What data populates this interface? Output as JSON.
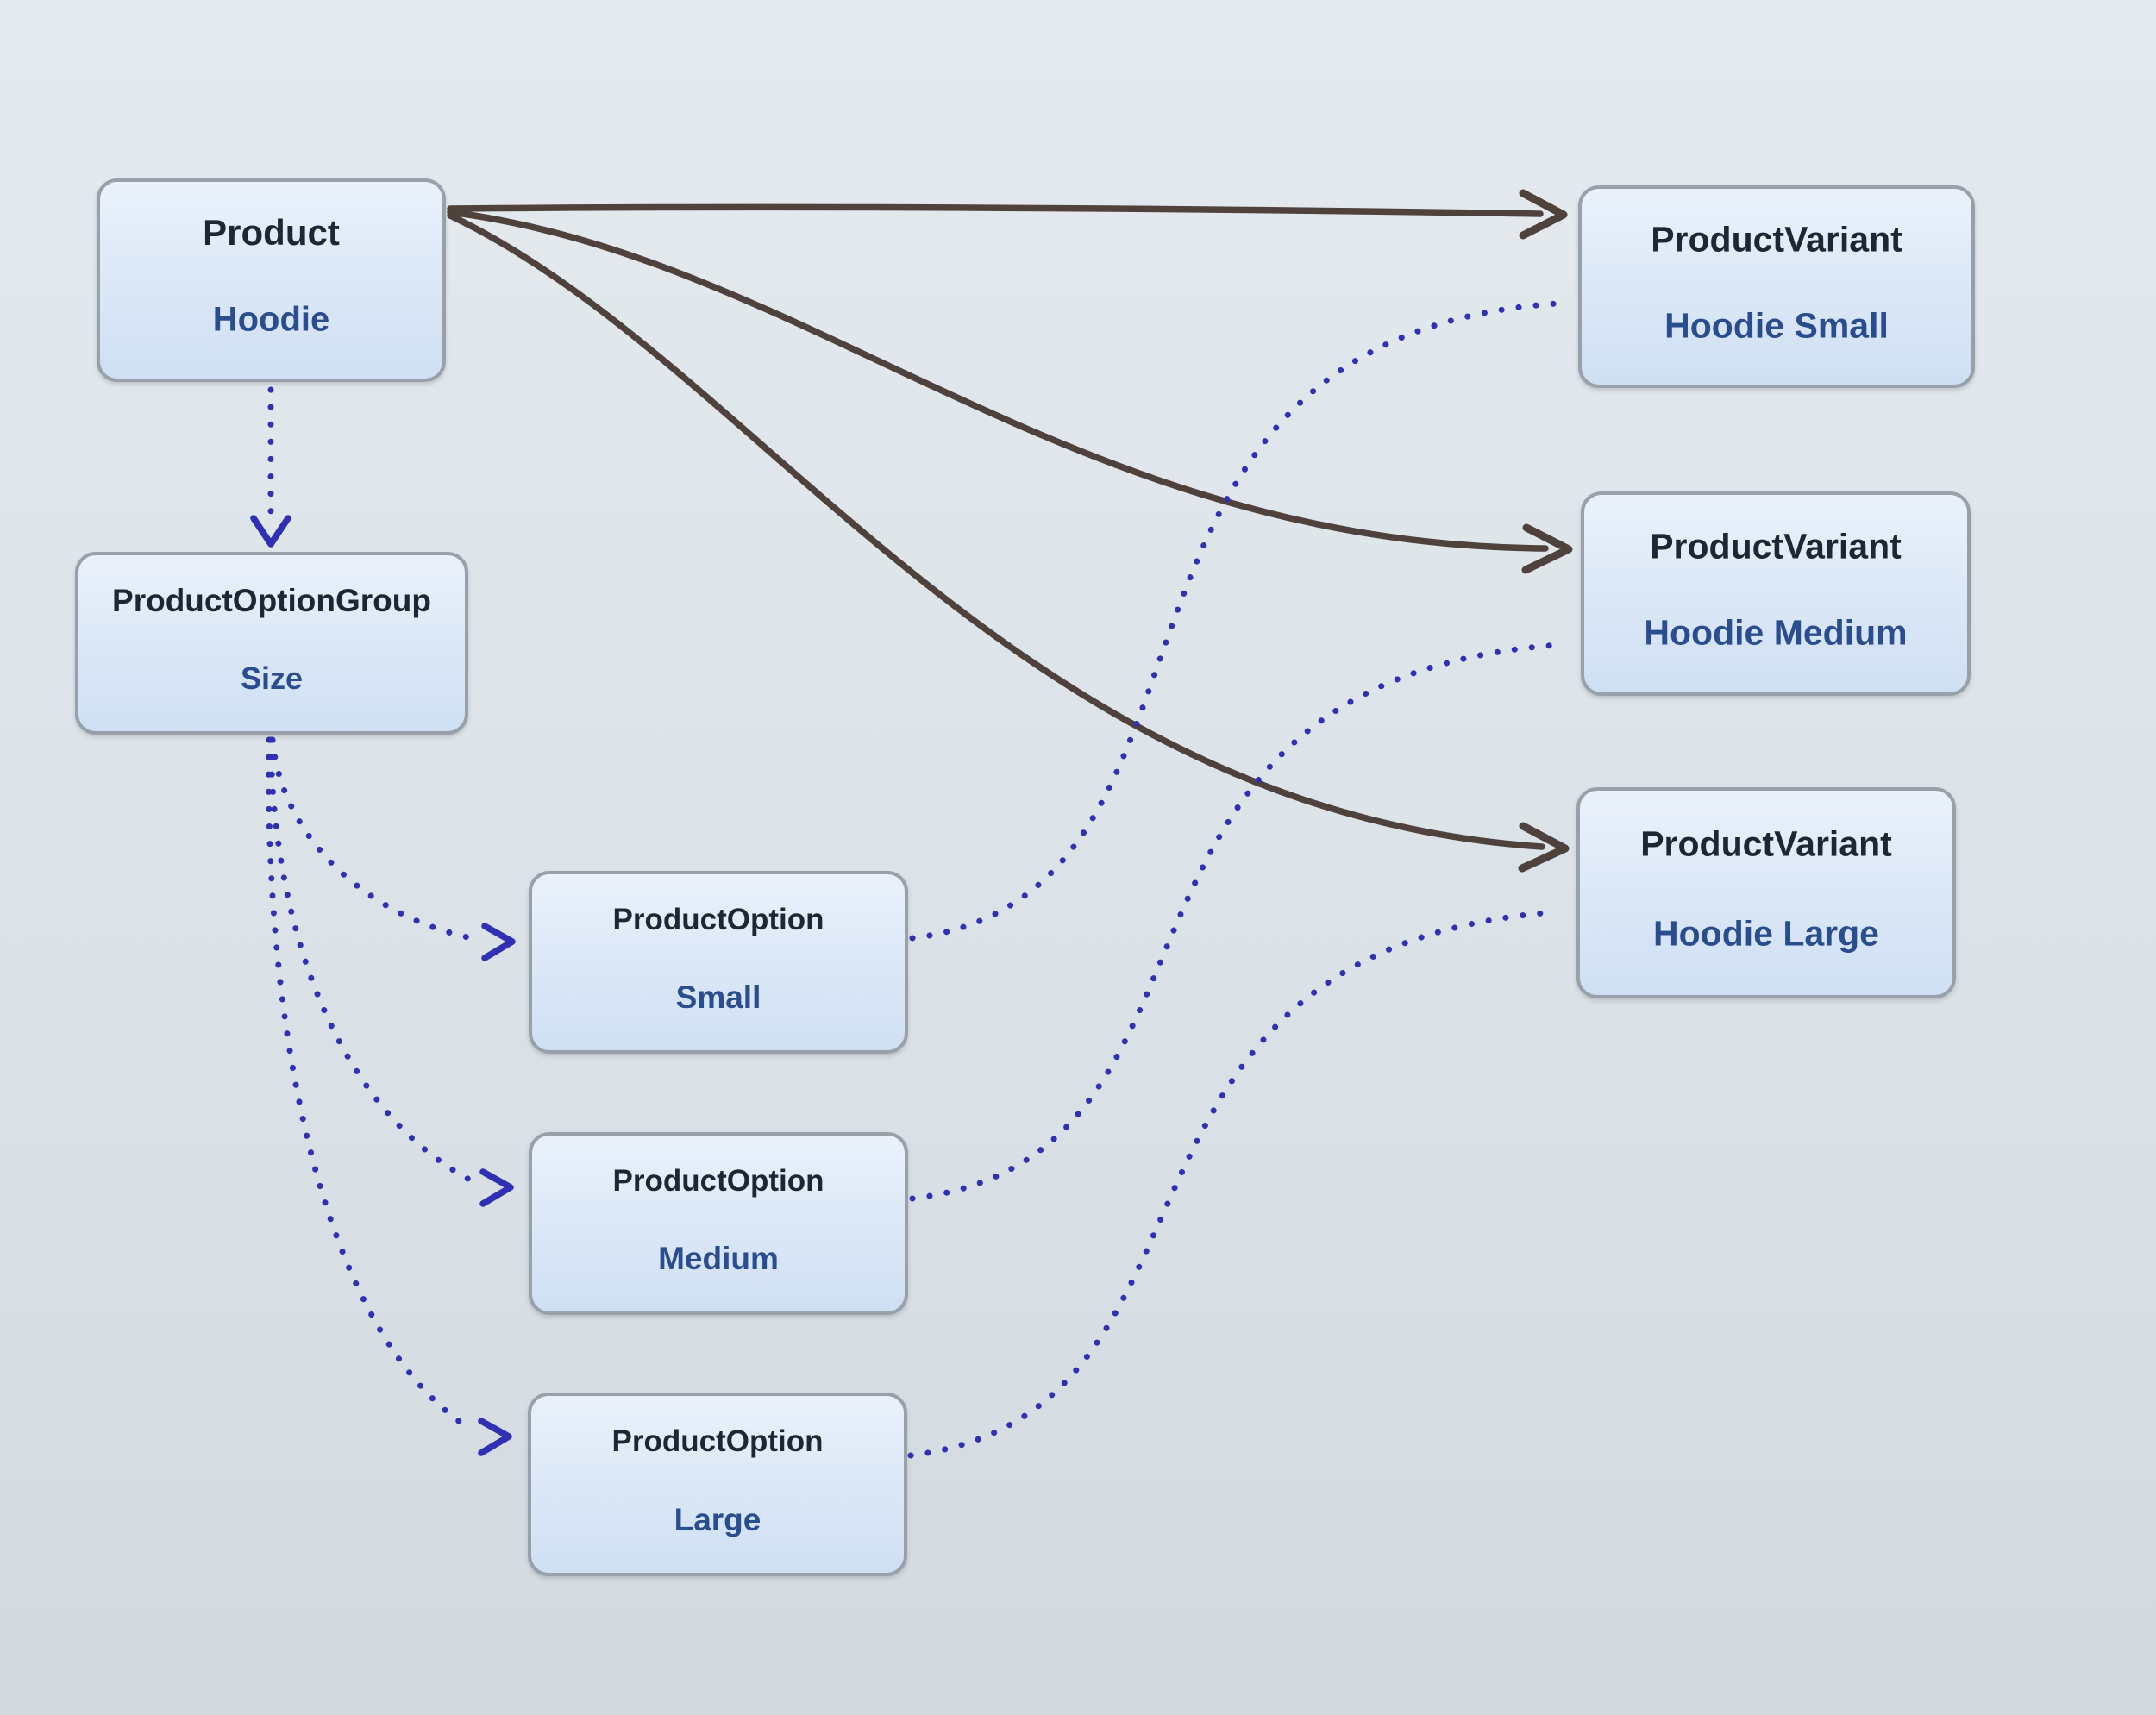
{
  "nodes": [
    {
      "id": "product",
      "title": "Product",
      "subtitle": "Hoodie"
    },
    {
      "id": "option-group",
      "title": "ProductOptionGroup",
      "subtitle": "Size"
    },
    {
      "id": "option-small",
      "title": "ProductOption",
      "subtitle": "Small"
    },
    {
      "id": "option-medium",
      "title": "ProductOption",
      "subtitle": "Medium"
    },
    {
      "id": "option-large",
      "title": "ProductOption",
      "subtitle": "Large"
    },
    {
      "id": "variant-small",
      "title": "ProductVariant",
      "subtitle": "Hoodie Small"
    },
    {
      "id": "variant-medium",
      "title": "ProductVariant",
      "subtitle": "Hoodie Medium"
    },
    {
      "id": "variant-large",
      "title": "ProductVariant",
      "subtitle": "Hoodie Large"
    }
  ],
  "edges": [
    {
      "id": "product-to-variant-small",
      "from": "Product (Hoodie)",
      "to": "ProductVariant (Hoodie Small)",
      "style": "solid",
      "arrowhead": true
    },
    {
      "id": "product-to-variant-medium",
      "from": "Product (Hoodie)",
      "to": "ProductVariant (Hoodie Medium)",
      "style": "solid",
      "arrowhead": true
    },
    {
      "id": "product-to-variant-large",
      "from": "Product (Hoodie)",
      "to": "ProductVariant (Hoodie Large)",
      "style": "solid",
      "arrowhead": true
    },
    {
      "id": "product-to-option-group",
      "from": "Product (Hoodie)",
      "to": "ProductOptionGroup (Size)",
      "style": "dotted",
      "arrowhead": true
    },
    {
      "id": "group-to-option-small",
      "from": "ProductOptionGroup (Size)",
      "to": "ProductOption (Small)",
      "style": "dotted",
      "arrowhead": true
    },
    {
      "id": "group-to-option-medium",
      "from": "ProductOptionGroup (Size)",
      "to": "ProductOption (Medium)",
      "style": "dotted",
      "arrowhead": true
    },
    {
      "id": "group-to-option-large",
      "from": "ProductOptionGroup (Size)",
      "to": "ProductOption (Large)",
      "style": "dotted",
      "arrowhead": true
    },
    {
      "id": "option-small-to-variant-small",
      "from": "ProductOption (Small)",
      "to": "ProductVariant (Hoodie Small)",
      "style": "dotted",
      "arrowhead": false
    },
    {
      "id": "option-medium-to-variant-medium",
      "from": "ProductOption (Medium)",
      "to": "ProductVariant (Hoodie Medium)",
      "style": "dotted",
      "arrowhead": false
    },
    {
      "id": "option-large-to-variant-large",
      "from": "ProductOption (Large)",
      "to": "ProductVariant (Hoodie Large)",
      "style": "dotted",
      "arrowhead": false
    }
  ],
  "colors": {
    "bg_top": "#e4eaee",
    "bg_bottom": "#d2dae0",
    "node_fill_top": "#eaf1fb",
    "node_fill_bottom": "#cfdff3",
    "node_border": "#98a1aa",
    "title_color": "#1e2633",
    "subtitle_color": "#2a4d8f",
    "edge_solid": "#4f423c",
    "edge_dotted": "#3030b4"
  }
}
